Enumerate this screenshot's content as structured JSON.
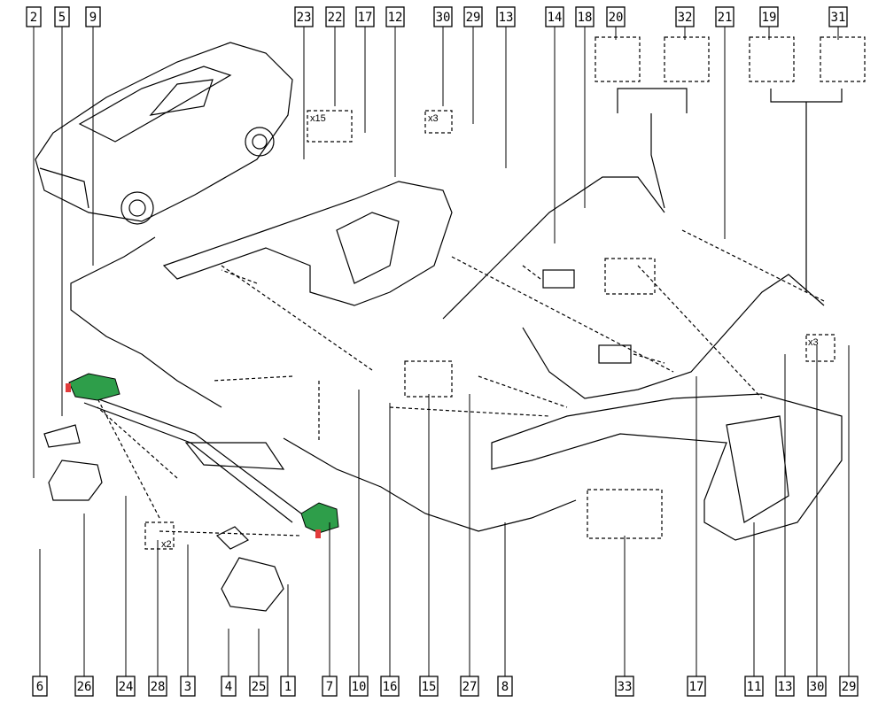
{
  "diagram": {
    "top_callouts": [
      "2",
      "5",
      "9",
      "23",
      "22",
      "17",
      "12",
      "30",
      "29",
      "13",
      "14",
      "18",
      "20",
      "32",
      "21",
      "19",
      "31"
    ],
    "bottom_callouts": [
      "6",
      "26",
      "24",
      "28",
      "3",
      "4",
      "25",
      "1",
      "7",
      "10",
      "16",
      "15",
      "27",
      "8",
      "33",
      "17",
      "11",
      "13",
      "30",
      "29"
    ],
    "quantity_labels": {
      "q22": "x15",
      "q30": "x3",
      "q30b": "x3",
      "q28": "x2"
    },
    "colors": {
      "line": "#000000",
      "highlight_part": "#2e9e4a",
      "highlight_tip": "#e23b3b"
    }
  }
}
